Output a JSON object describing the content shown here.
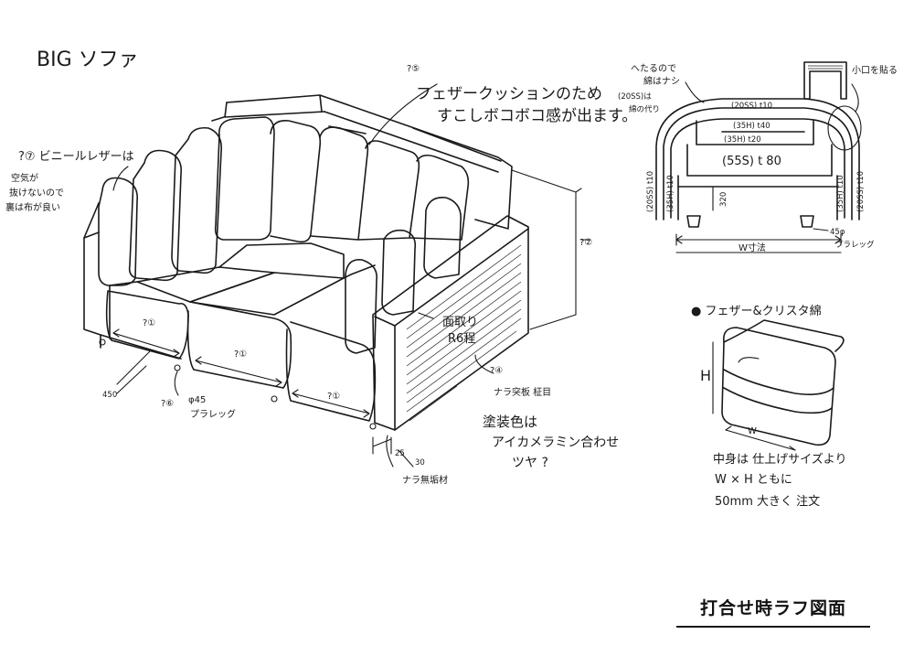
{
  "title": "BIG ソファ",
  "stamp": "打合せ時ラフ図面",
  "notes": {
    "cushion_num": "?⑤",
    "cushion_1": "フェザークッションのため",
    "cushion_2": "すこしボコボコ感が出ます。",
    "vinyl": "?⑦ ビニールレザーは",
    "air_1": "空気が",
    "air_2": "抜けないので",
    "air_3": "裏は布が良い",
    "height_mark": "?②",
    "seat_mark_1": "?①",
    "seat_mark_2": "?①",
    "seat_mark_3": "?①",
    "h450": "450",
    "leg_num": "?⑥",
    "leg_size": "φ45",
    "leg_name": "プラレッグ",
    "chamfer_1": "面取り",
    "chamfer_2": "R6程",
    "oak_num": "?④",
    "oak_board": "ナラ突板 柾目",
    "paint_1": "塗装色は",
    "paint_2": "アイカメラミン合わせ",
    "paint_3": "ツヤ ?",
    "d25": "25",
    "d30": "30",
    "solid_oak": "ナラ無垢材",
    "sec_hit_1": "へたるので",
    "sec_hit_2": "綿はナシ",
    "sec_20ss_1": "(20SS)は",
    "sec_20ss_2": "綿の代り",
    "sec_koguchi": "小口を貼る",
    "sec_l1": "(20SS) t10",
    "sec_l2": "(35H) t40",
    "sec_l3": "(35H) t20",
    "sec_core": "(55S) t 80",
    "sec_320": "320",
    "sec_side_1": "(20SS) t10",
    "sec_side_2": "(35H) t10",
    "sec_side_3": "(35H) t10",
    "sec_side_4": "(20SS) t10",
    "sec_leg_1": "45φ",
    "sec_leg_2": "プラレッグ",
    "sec_w": "W寸法",
    "cube_title": "● フェザー&クリスタ綿",
    "cube_h": "H",
    "cube_w": "W",
    "cube_note_1": "中身は 仕上げサイズより",
    "cube_note_2": "W × H ともに",
    "cube_note_3": "50mm 大きく 注文"
  }
}
